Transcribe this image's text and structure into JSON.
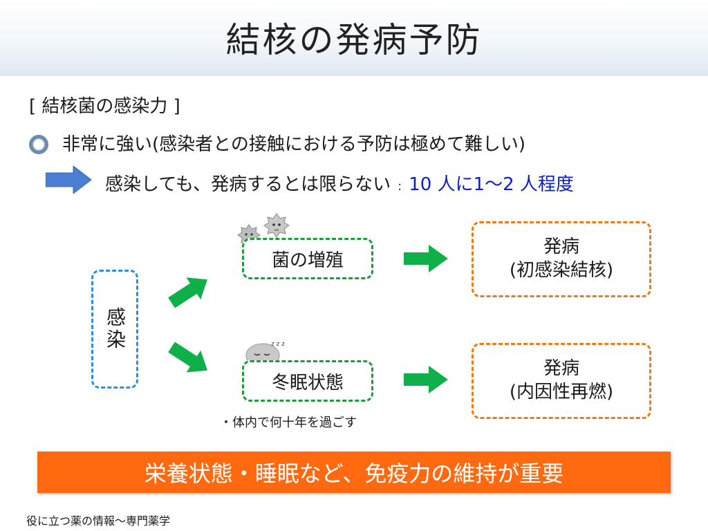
{
  "title": "結核の発病予防",
  "section_heading": "[ 結核菌の感染力 ]",
  "bullet": "非常に強い(感染者との接触における予防は極めて難しい)",
  "arrow_line": {
    "text": "感染しても、発病するとは限らない",
    "separator": ":",
    "highlight": "10 人に1〜2 人程度"
  },
  "diagram": {
    "infection": "感染",
    "proliferation": "菌の増殖",
    "dormancy": "冬眠状態",
    "dormancy_note": "・体内で何十年を過ごす",
    "onset_primary": {
      "line1": "発病",
      "line2": "(初感染結核)"
    },
    "onset_reactivation": {
      "line1": "発病",
      "line2": "(内因性再燃)"
    },
    "sleep_letters": "z z z"
  },
  "colors": {
    "infection_border": "#2d8ee0",
    "state_border": "#1d9b3a",
    "onset_border": "#f07a1a",
    "green_arrow": "#0fb04a",
    "blue_arrow": "#4a7fd4",
    "highlight_text": "#0a1fc6",
    "banner": "#ff6a10"
  },
  "icons": {
    "bullet": "ring-bullet-icon",
    "arrow": "right-arrow-icon",
    "active_bacteria": "bacteria-icon",
    "dormant_bacteria": "sleeping-bacteria-icon"
  },
  "banner": "栄養状態・睡眠など、免疫力の維持が重要",
  "footer": "役に立つ薬の情報〜専門薬学"
}
